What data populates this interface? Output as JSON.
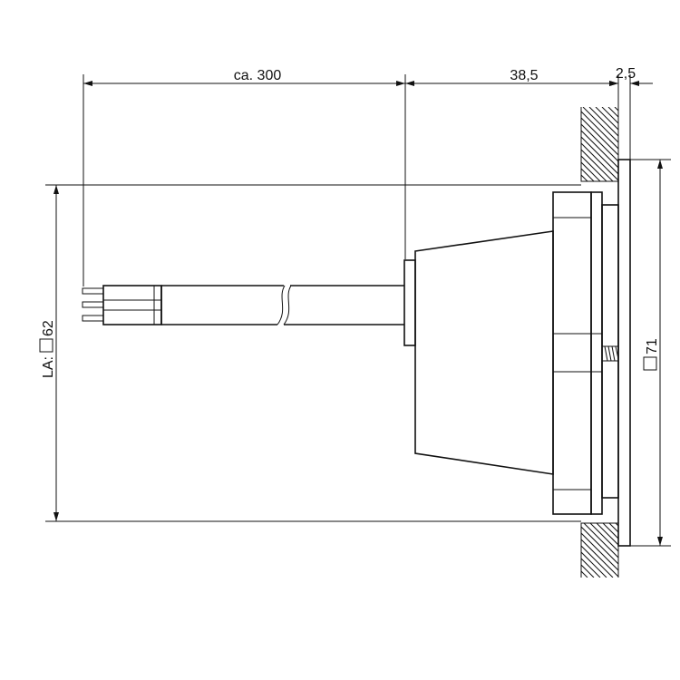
{
  "dimensions": {
    "cable_length": "ca. 300",
    "body_depth": "38,5",
    "flange_thickness": "2,5",
    "front_size": "71",
    "cutout_prefix": "LA:",
    "cutout_size": "62"
  },
  "symbols": {
    "square": "square-symbol"
  }
}
